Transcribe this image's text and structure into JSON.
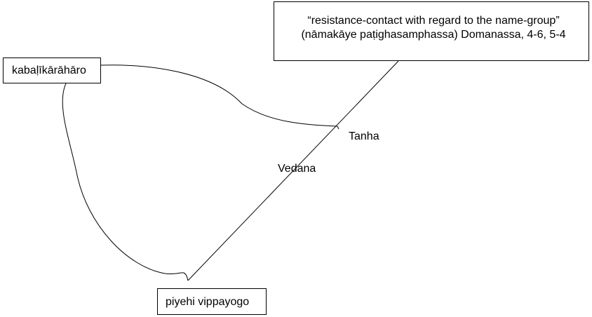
{
  "diagram": {
    "nodes": {
      "kabalika": {
        "label": "kabaḷīkārāhāro"
      },
      "resistance": {
        "line1": "“resistance-contact with regard to the name-group”",
        "line2": "(nāmakāye paṭighasamphassa) Domanassa, 4-6, 5-4"
      },
      "piyehi": {
        "label": "piyehi vippayogo"
      }
    },
    "edge_labels": {
      "tanha": "Tanha",
      "vedana": "Vedana"
    },
    "colors": {
      "stroke": "#000000",
      "background": "#ffffff",
      "text": "#000000"
    }
  }
}
